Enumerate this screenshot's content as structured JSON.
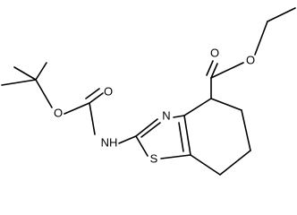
{
  "molecule": {
    "atoms": {
      "o_carbonyl_boc": "O",
      "o_ether_boc": "O",
      "nh": "NH",
      "n_ring": "N",
      "s_ring": "S",
      "o_carbonyl_ester": "O",
      "o_ether_ester": "O"
    },
    "colors": {
      "bond": "#000000",
      "label": "#000000",
      "background": "#ffffff"
    }
  }
}
